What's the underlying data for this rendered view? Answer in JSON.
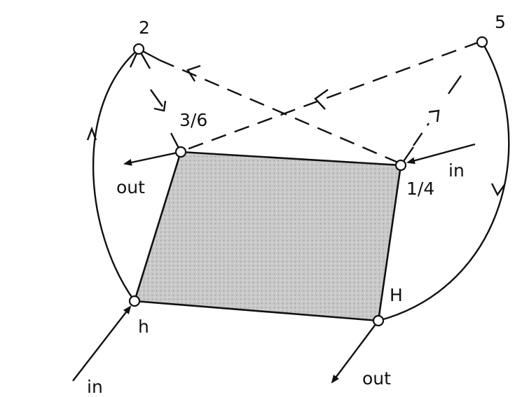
{
  "labels": {
    "node_top_left": "2",
    "node_top_right": "5",
    "node_upper_left": "3/6",
    "node_upper_right": "1/4",
    "node_lower_left": "h",
    "node_lower_right": "H",
    "out_left": "out",
    "in_right": "in",
    "in_bottom": "in",
    "out_bottom": "out"
  },
  "colors": {
    "region_fill": "#c8c8c8",
    "stroke": "#111111"
  }
}
